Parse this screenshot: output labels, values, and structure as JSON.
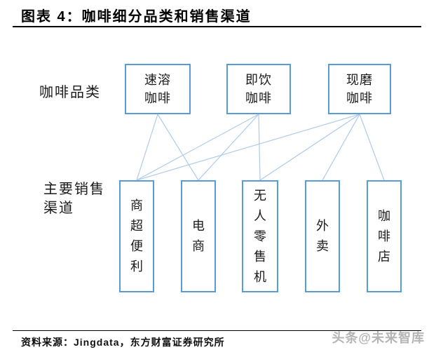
{
  "title": "图表 4：咖啡细分品类和销售渠道",
  "colors": {
    "box_border": "#5b9bd5",
    "connector_line": "#aecbea",
    "rule_line": "#000000",
    "watermark_text": "#b5b5b5"
  },
  "diagram": {
    "row_label_categories": "咖啡品类",
    "row_label_channels_line1": "主要销售",
    "row_label_channels_line2": "渠道",
    "categories": [
      {
        "id": "instant",
        "line1": "速溶",
        "line2": "咖啡"
      },
      {
        "id": "rtd",
        "line1": "即饮",
        "line2": "咖啡"
      },
      {
        "id": "fresh",
        "line1": "现磨",
        "line2": "咖啡"
      }
    ],
    "channels": [
      {
        "id": "supermarket",
        "label": "商超便利"
      },
      {
        "id": "ecommerce",
        "label": "电商"
      },
      {
        "id": "vending",
        "label": "无人零售机"
      },
      {
        "id": "delivery",
        "label": "外卖"
      },
      {
        "id": "cafe",
        "label": "咖啡店"
      }
    ],
    "edges": [
      {
        "from": "instant",
        "to": "supermarket"
      },
      {
        "from": "instant",
        "to": "ecommerce"
      },
      {
        "from": "rtd",
        "to": "supermarket"
      },
      {
        "from": "rtd",
        "to": "ecommerce"
      },
      {
        "from": "rtd",
        "to": "vending"
      },
      {
        "from": "fresh",
        "to": "supermarket"
      },
      {
        "from": "fresh",
        "to": "vending"
      },
      {
        "from": "fresh",
        "to": "delivery"
      },
      {
        "from": "fresh",
        "to": "cafe"
      }
    ]
  },
  "footer": {
    "source": "资料来源：Jingdata，东方财富证券研究所",
    "watermark": "头条@未来智库"
  }
}
